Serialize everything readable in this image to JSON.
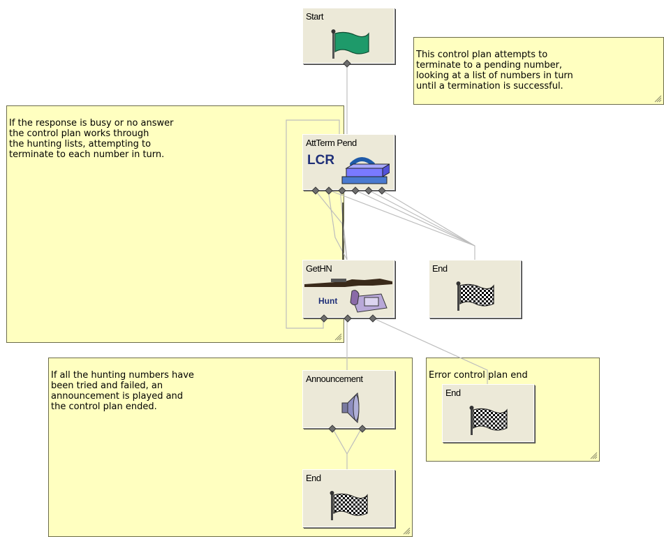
{
  "notes": {
    "plan_description": "This control plan attempts to\nterminate to a pending number,\nlooking at a list of numbers in turn\nuntil a termination is successful.",
    "busy_description": "If the response is busy or no answer\nthe control plan works through\nthe hunting lists, attempting to\nterminate to each number in turn.",
    "hunting_failed": "If all the hunting numbers have\nbeen tried and failed, an\nannouncement is played and\nthe control plan ended.",
    "error_end": "Error control plan end"
  },
  "nodes": {
    "start": {
      "title": "Start",
      "icon": "green-flag-icon"
    },
    "attterm": {
      "title": "AttTerm Pend",
      "sublabel": "LCR",
      "icon": "phone-on-box-icon"
    },
    "gethn": {
      "title": "GetHN",
      "sublabel": "Hunt",
      "icon": "rifle-telephone-icon"
    },
    "end_right": {
      "title": "End",
      "icon": "checkered-flag-icon"
    },
    "announcement": {
      "title": "Announcement",
      "icon": "speaker-icon"
    },
    "end_bottom": {
      "title": "End",
      "icon": "checkered-flag-icon"
    },
    "end_error": {
      "title": "End",
      "icon": "checkered-flag-icon"
    }
  },
  "colors": {
    "note_fill": "#ffffc0",
    "node_fill": "#ece9d8",
    "connector": "#bdbdbd",
    "start_flag": "#1e9a6a",
    "lcr_text": "#1f2f78"
  }
}
